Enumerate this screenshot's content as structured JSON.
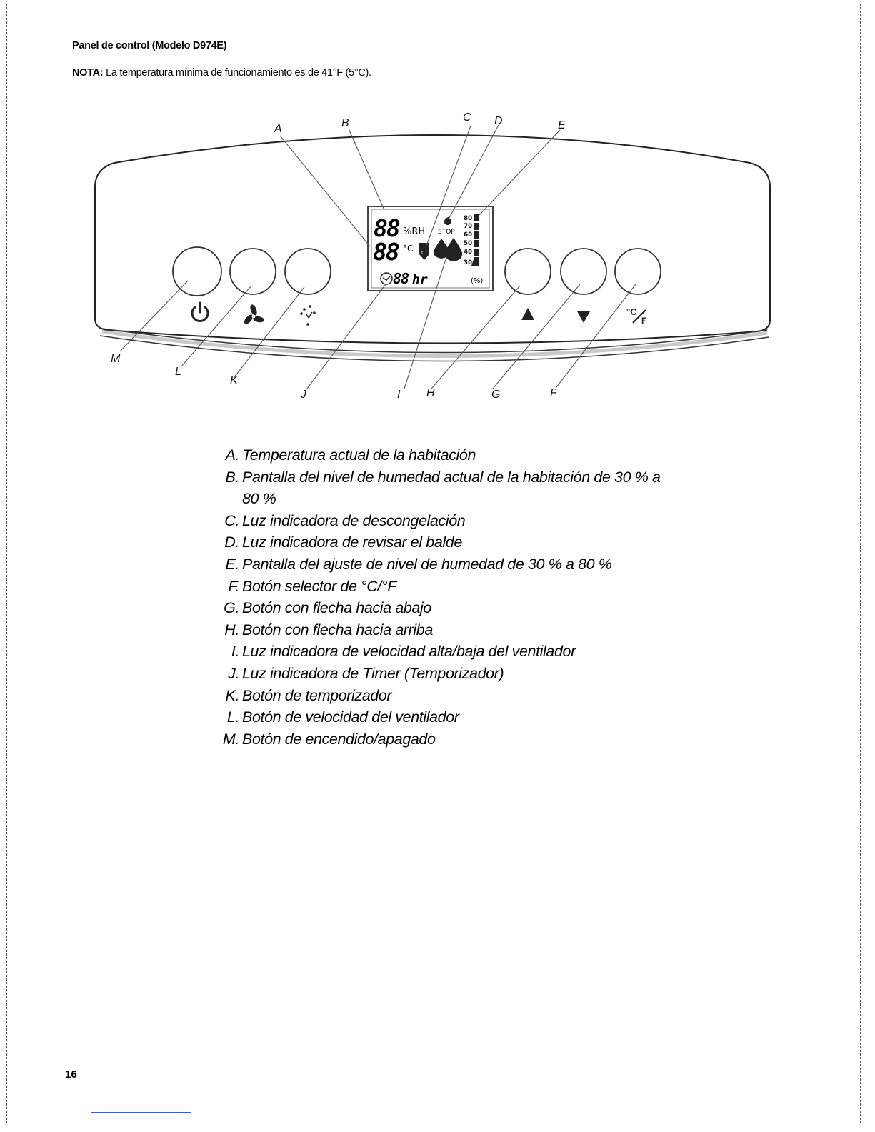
{
  "heading": "Panel de control (Modelo D974E)",
  "note": {
    "label": "NOTA:",
    "text": " La temperatura mínima de funcionamiento es de 41°F (5°C)."
  },
  "diagram": {
    "callouts": {
      "A": "A",
      "B": "B",
      "C": "C",
      "D": "D",
      "E": "E",
      "F": "F",
      "G": "G",
      "H": "H",
      "I": "I",
      "J": "J",
      "K": "K",
      "L": "L",
      "M": "M"
    },
    "lcd": {
      "humidity_digits": "88",
      "humidity_unit": "%RH",
      "temp_digits": "88",
      "temp_unit": "°C",
      "timer_digits": "88",
      "timer_unit": "hr",
      "stop_label": "STOP",
      "scale": [
        "80",
        "70",
        "60",
        "50",
        "40",
        "30"
      ],
      "scale_unit": "(%)"
    },
    "celsius_fahrenheit_symbol": {
      "c": "°C",
      "f": "F"
    }
  },
  "legend": [
    {
      "letter": "A.",
      "text": "Temperatura actual de la habitación"
    },
    {
      "letter": "B.",
      "text": "Pantalla del nivel de humedad actual de la habitación de 30 % a 80 %"
    },
    {
      "letter": "C.",
      "text": "Luz indicadora de descongelación"
    },
    {
      "letter": "D.",
      "text": "Luz indicadora de revisar el balde"
    },
    {
      "letter": "E.",
      "text": "Pantalla del ajuste de nivel de humedad de 30 % a 80 %"
    },
    {
      "letter": "F.",
      "text": "Botón selector de °C/°F"
    },
    {
      "letter": "G.",
      "text": "Botón con flecha hacia abajo"
    },
    {
      "letter": "H.",
      "text": "Botón con flecha hacia arriba"
    },
    {
      "letter": "I.",
      "text": "Luz indicadora de velocidad alta/baja del ventilador"
    },
    {
      "letter": "J.",
      "text": "Luz indicadora de Timer  (Temporizador)"
    },
    {
      "letter": "K.",
      "text": "Botón de temporizador"
    },
    {
      "letter": "L.",
      "text": "Botón de velocidad del ventilador"
    },
    {
      "letter": "M.",
      "text": "Botón de encendido/apagado"
    }
  ],
  "page_number": "16"
}
